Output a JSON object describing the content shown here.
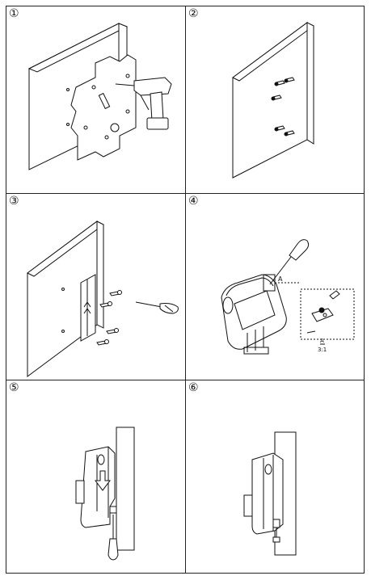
{
  "steps": [
    {
      "number": "①"
    },
    {
      "number": "②"
    },
    {
      "number": "③"
    },
    {
      "number": "④"
    },
    {
      "number": "⑤"
    },
    {
      "number": "⑥"
    }
  ],
  "detail": {
    "callout_letter": "A",
    "scale_top": "A",
    "scale_bottom": "3:1"
  }
}
